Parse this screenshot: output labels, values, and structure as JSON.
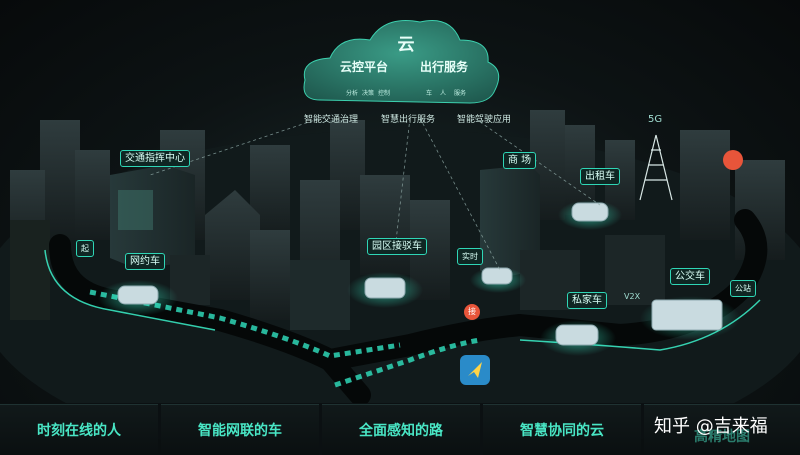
{
  "cloud": {
    "title": "云",
    "platform": {
      "label": "云控平台",
      "items": [
        "分析",
        "决策",
        "控制"
      ]
    },
    "travel": {
      "label": "出行服务",
      "items": [
        "车",
        "人",
        "服务"
      ]
    }
  },
  "services": [
    "智能交通治理",
    "智慧出行服务",
    "智能驾驶应用"
  ],
  "network_label": "5G",
  "v2x_label": "V2X",
  "map_labels": {
    "traffic_center": "交通指挥中心",
    "mall": "商 场",
    "taxi": "出租车",
    "ride_hailing": "网约车",
    "campus_shuttle": "园区接驳车",
    "private_car": "私家车",
    "bus": "公交车",
    "realtime": "实时",
    "bus_stop": "公站",
    "start": "起",
    "pickup": "接"
  },
  "bottom_bar": [
    "时刻在线的人",
    "智能网联的车",
    "全面感知的路",
    "智慧协同的云",
    "高精地图"
  ],
  "watermark": "知乎 @吉来福",
  "colors": {
    "accent": "#2fd6b6",
    "cloud": "#2a7a6a",
    "background": "#0d1314"
  }
}
